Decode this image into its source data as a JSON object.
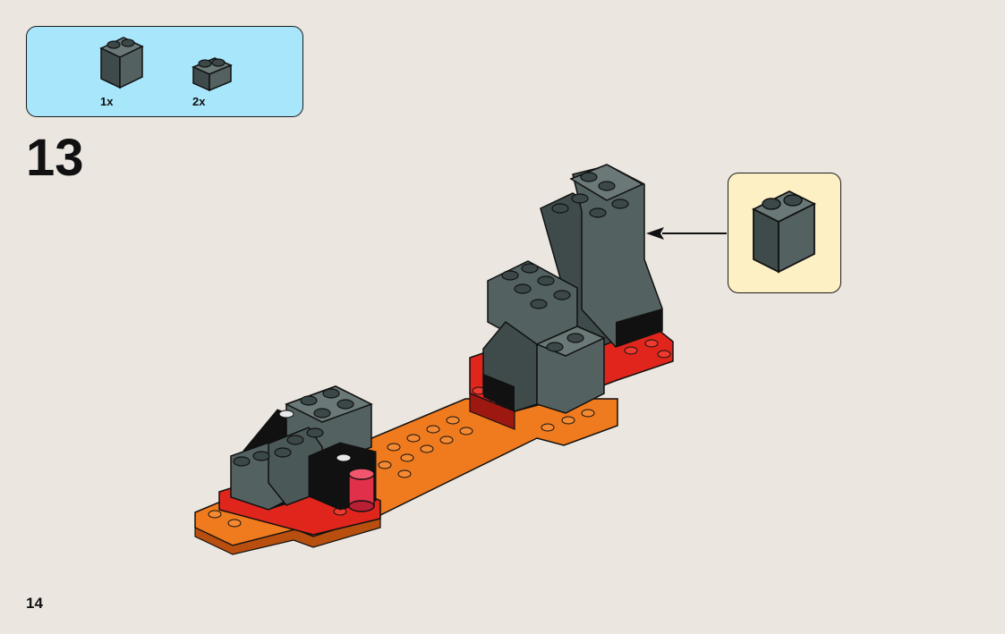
{
  "parts_list": {
    "items": [
      {
        "count_label": "1x",
        "part": "brick-1x2x2",
        "color": "dark-bluish-gray"
      },
      {
        "count_label": "2x",
        "part": "brick-1x2",
        "color": "dark-bluish-gray"
      }
    ]
  },
  "step": {
    "number": "13"
  },
  "callout": {
    "part": "brick-1x2x2",
    "color": "dark-bluish-gray"
  },
  "page": {
    "number": "14"
  },
  "colors": {
    "background": "#ebe6e0",
    "parts_box": "#a8e6fb",
    "callout_box": "#fdf0c4",
    "brick_gray": "#4b5a5a",
    "brick_red": "#e0261c",
    "brick_orange": "#f07a1e",
    "trans_red": "#e0304a"
  }
}
